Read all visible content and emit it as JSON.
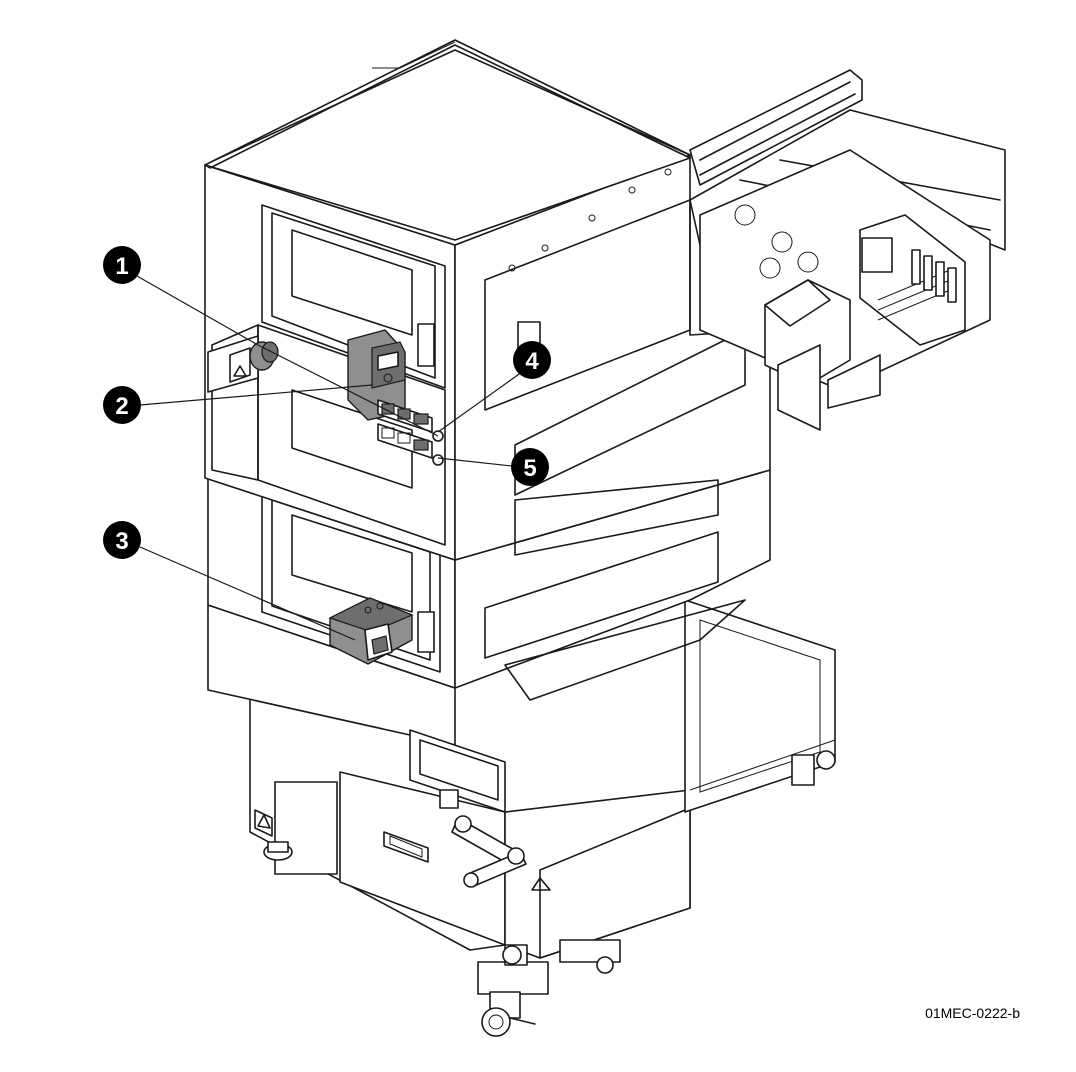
{
  "figure": {
    "reference_code": "01MEC-0222-b"
  },
  "callouts": [
    {
      "number": "1",
      "target": "lamp-knob"
    },
    {
      "number": "2",
      "target": "upper-unit-lock"
    },
    {
      "number": "3",
      "target": "lower-unit-lock"
    },
    {
      "number": "4",
      "target": "indicator-panel-upper"
    },
    {
      "number": "5",
      "target": "indicator-panel-lower"
    }
  ]
}
